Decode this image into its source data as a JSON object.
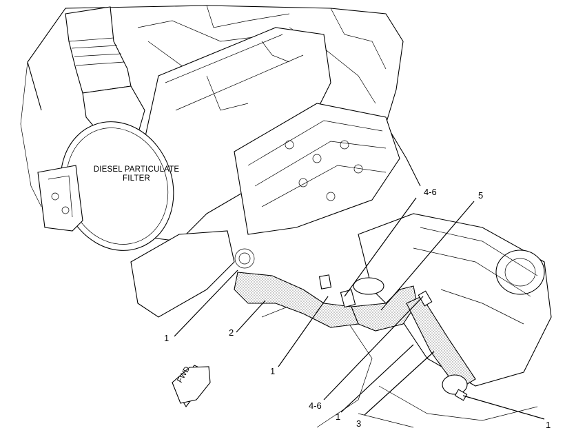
{
  "component_title": {
    "line1": "DIESEL PARTICULATE",
    "line2": "FILTER"
  },
  "callouts": [
    {
      "id": "callout-1-left",
      "text": "1"
    },
    {
      "id": "callout-2",
      "text": "2"
    },
    {
      "id": "callout-1-middle",
      "text": "1"
    },
    {
      "id": "callout-4-6-top",
      "text": "4-6"
    },
    {
      "id": "callout-5",
      "text": "5"
    },
    {
      "id": "callout-4-6-bottom",
      "text": "4-6"
    },
    {
      "id": "callout-1-bottom",
      "text": "1"
    },
    {
      "id": "callout-3",
      "text": "3"
    },
    {
      "id": "callout-1-right",
      "text": "1"
    }
  ],
  "direction_arrow": {
    "text": "FWD"
  }
}
